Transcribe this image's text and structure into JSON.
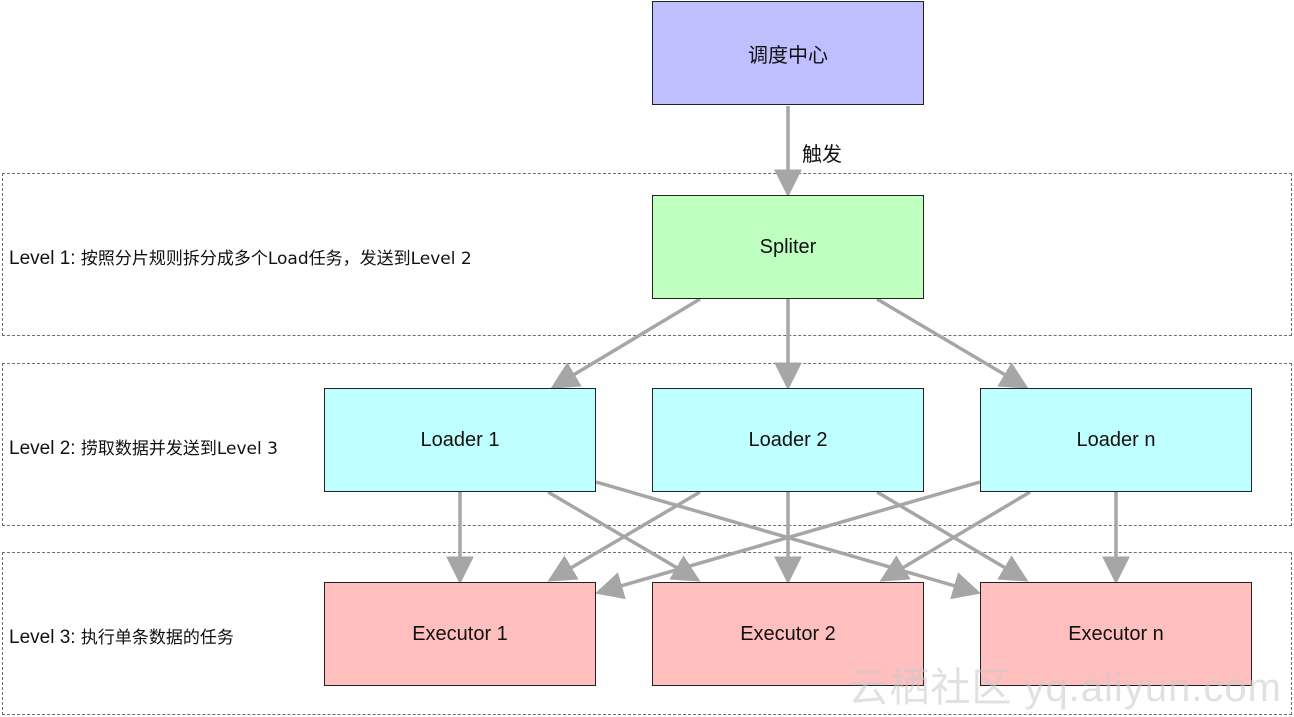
{
  "levels": [
    {
      "id": "level1",
      "prefix": "Level 1: ",
      "description": "按照分片规则拆分成多个Load任务，发送到Level 2"
    },
    {
      "id": "level2",
      "prefix": "Level 2: ",
      "description": "捞取数据并发送到Level 3"
    },
    {
      "id": "level3",
      "prefix": "Level 3: ",
      "description": "执行单条数据的任务"
    }
  ],
  "nodes": {
    "scheduler": {
      "label": "调度中心",
      "color": "#bfbfff"
    },
    "spliter": {
      "label": "Spliter",
      "color": "#bfffbf"
    },
    "loader1": {
      "label": "Loader 1",
      "color": "#bfffff"
    },
    "loader2": {
      "label": "Loader 2",
      "color": "#bfffff"
    },
    "loadern": {
      "label": "Loader n",
      "color": "#bfffff"
    },
    "executor1": {
      "label": "Executor 1",
      "color": "#ffbfbf"
    },
    "executor2": {
      "label": "Executor 2",
      "color": "#ffbfbf"
    },
    "executorn": {
      "label": "Executor n",
      "color": "#ffbfbf"
    }
  },
  "edge_labels": {
    "trigger": "触发"
  },
  "edge_color": "#a6a6a6",
  "watermark": "云栖社区 yq.aliyun.com"
}
